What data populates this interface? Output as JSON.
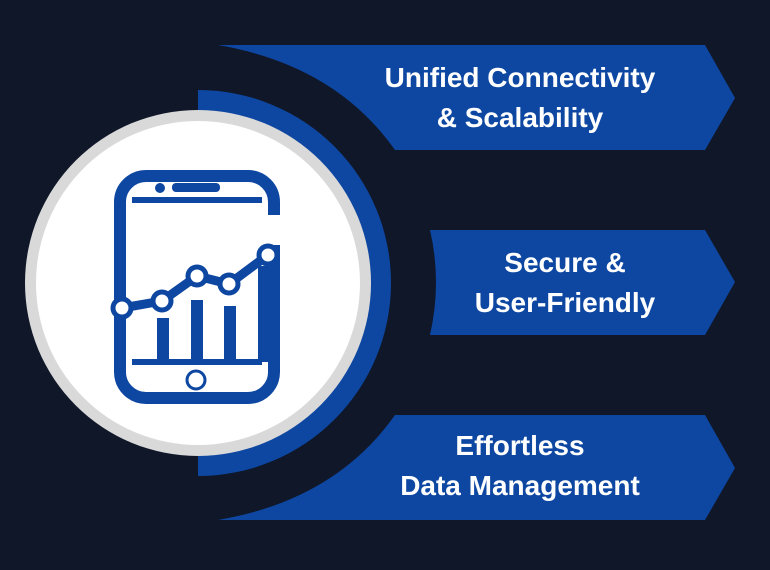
{
  "colors": {
    "background": "#0f1729",
    "accent_blue": "#0e47a1",
    "ring_grey": "#d9d9d9",
    "circle_white": "#ffffff",
    "text": "#ffffff"
  },
  "center_icon": "mobile-analytics-icon",
  "features": [
    {
      "line1": "Unified Connectivity",
      "line2": "& Scalability"
    },
    {
      "line1": "Secure &",
      "line2": "User-Friendly"
    },
    {
      "line1": "Effortless",
      "line2": "Data Management"
    }
  ]
}
